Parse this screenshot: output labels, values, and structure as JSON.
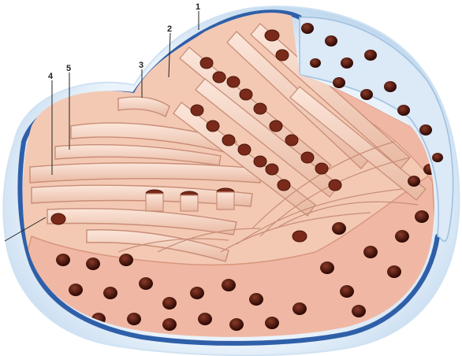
{
  "diagram": {
    "labels": [
      {
        "id": "label-1",
        "text": "1"
      },
      {
        "id": "label-2",
        "text": "2"
      },
      {
        "id": "label-3",
        "text": "3"
      },
      {
        "id": "label-4",
        "text": "4"
      },
      {
        "id": "label-5",
        "text": "5"
      }
    ],
    "colors": {
      "outer_membrane": "#2f5fa8",
      "outer_glow": "#c9dff2",
      "cytoplasm": "#f3c9b4",
      "tubule": "#f7d8c6",
      "tubule_edge": "#c98d77",
      "tubule_end": "#7a2a1a",
      "granule": "#3d0d06",
      "cut_surface": "#f0b8a4"
    }
  }
}
